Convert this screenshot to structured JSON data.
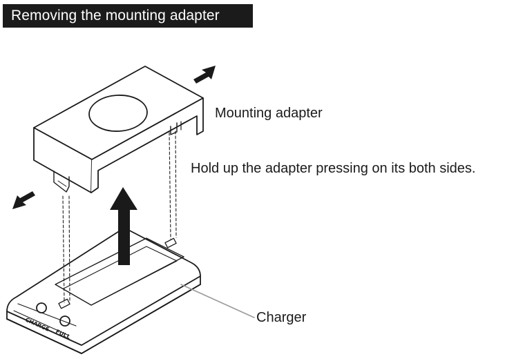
{
  "heading": "Removing the mounting adapter",
  "labels": {
    "mounting_adapter": "Mounting adapter",
    "instruction": "Hold up the adapter pressing on its both sides.",
    "charger": "Charger"
  },
  "charger_indicators": {
    "charge": "CHARGE",
    "full": "FULL"
  },
  "icons": [
    "press-arrow-icon",
    "lift-arrow-icon"
  ],
  "colors": {
    "heading_bg": "#1b1b1b",
    "heading_text": "#ffffff",
    "line": "#1a1a1a",
    "leader": "#9a9a9a"
  }
}
